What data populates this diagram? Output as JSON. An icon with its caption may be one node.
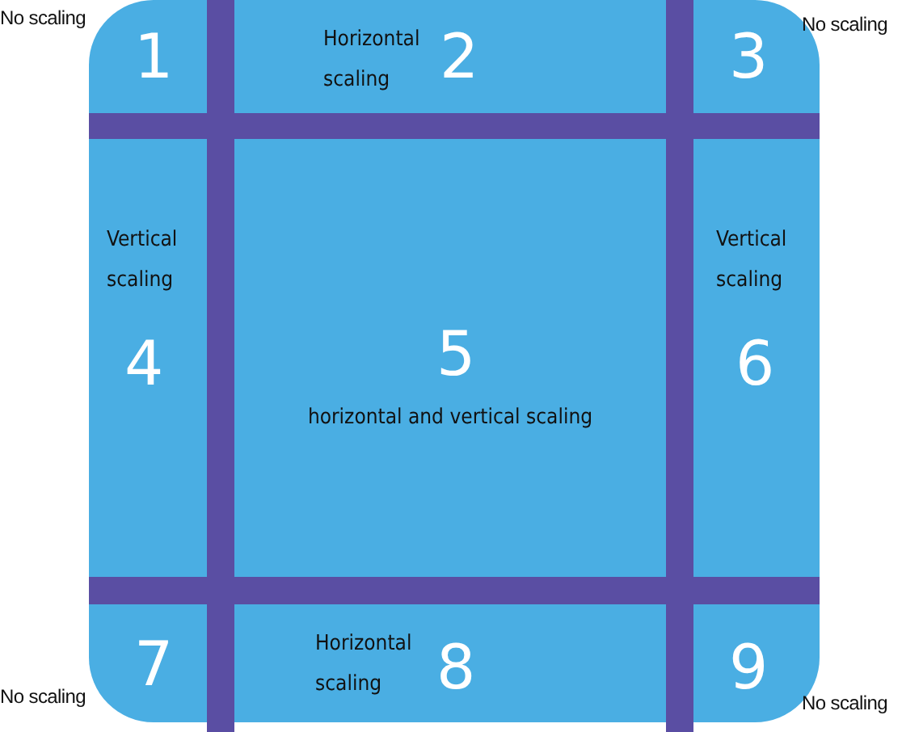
{
  "diagram": {
    "nodes": [
      {
        "text": [
          "1"
        ],
        "beside": [
          "No scaling"
        ]
      },
      {
        "text": [
          "Horizontal scaling",
          "2"
        ]
      },
      {
        "text": [
          "3"
        ],
        "beside": [
          "No scaling"
        ]
      },
      {
        "text": [
          "Vertical scaling",
          "4"
        ]
      },
      {
        "text": [
          "5",
          "horizontal and vertical scaling"
        ]
      },
      {
        "text": [
          "Vertical scaling",
          "6"
        ]
      },
      {
        "text": [
          "7"
        ],
        "beside": [
          "No scaling"
        ]
      },
      {
        "text": [
          "Horizontal scaling",
          "8"
        ]
      },
      {
        "text": [
          "9"
        ],
        "beside": [
          "No scaling"
        ]
      }
    ],
    "edges": []
  }
}
